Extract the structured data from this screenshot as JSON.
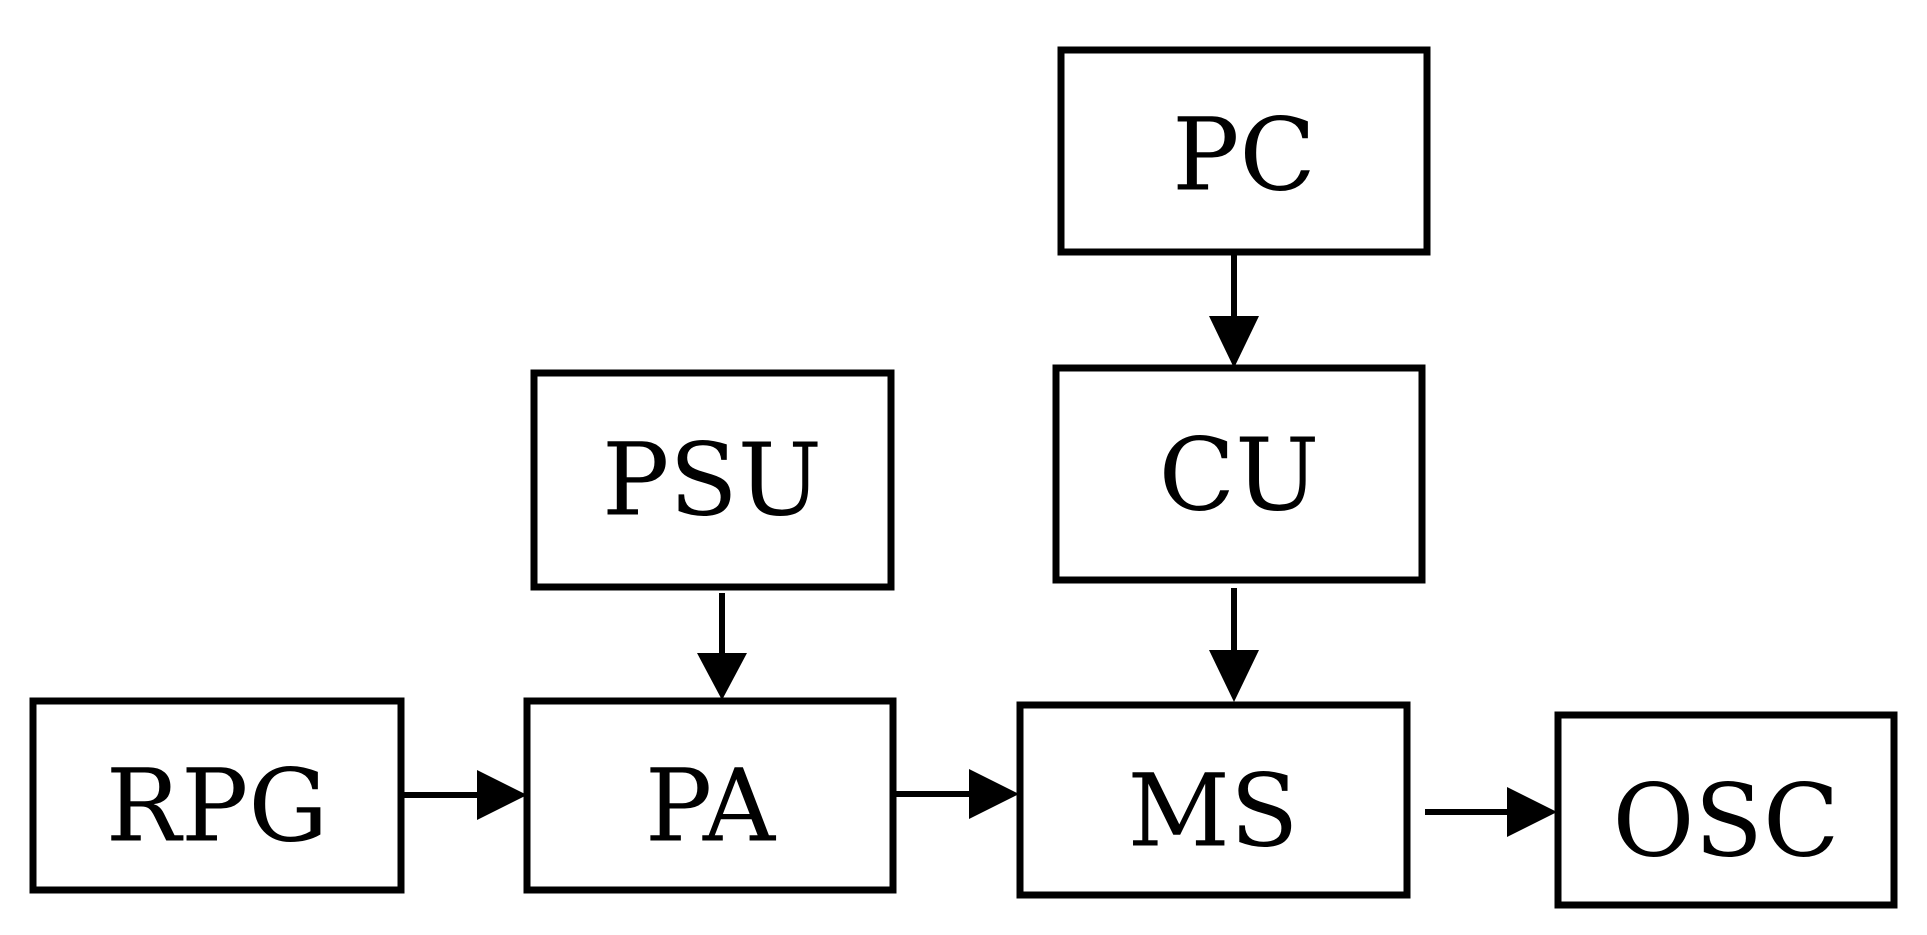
{
  "blocks": {
    "pc": "PC",
    "cu": "CU",
    "psu": "PSU",
    "rpg": "RPG",
    "pa": "PA",
    "ms": "MS",
    "osc": "OSC"
  },
  "edges": [
    {
      "from": "pc",
      "to": "cu"
    },
    {
      "from": "cu",
      "to": "ms"
    },
    {
      "from": "psu",
      "to": "pa"
    },
    {
      "from": "rpg",
      "to": "pa"
    },
    {
      "from": "pa",
      "to": "ms"
    },
    {
      "from": "ms",
      "to": "osc"
    }
  ]
}
